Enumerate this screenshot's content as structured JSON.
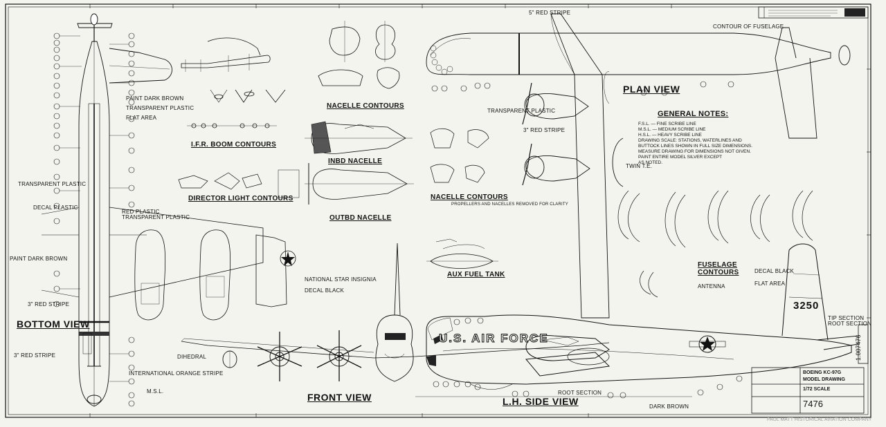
{
  "sheet": {
    "title_block": {
      "line1": "BOEING KC-97G",
      "line2": "MODEL DRAWING",
      "line3": "1/72 SCALE",
      "drawing_no": "7476",
      "side_no": "1.007476"
    },
    "publisher": [
      "PAUL MATT",
      "HISTORICAL AVIATION",
      "COMPANY"
    ]
  },
  "views": {
    "bottom": "BOTTOM VIEW",
    "front": "FRONT VIEW",
    "side": "L.H. SIDE VIEW",
    "plan": "PLAN VIEW"
  },
  "sections": {
    "nacelle_contours_top": "NACELLE CONTOURS",
    "nacelle_contours": "NACELLE CONTOURS",
    "ifr_boom": "I.F.R. BOOM CONTOURS",
    "director_light": "DIRECTOR LIGHT CONTOURS",
    "inbd_nacelle": "INBD NACELLE",
    "outbd_nacelle": "OUTBD NACELLE",
    "aux_fuel_tank": "AUX FUEL TANK",
    "fuselage_contours": "FUSELAGE CONTOURS"
  },
  "general_notes": {
    "title": "GENERAL NOTES:",
    "items": [
      "F.S.L. — FINE SCRIBE LINE",
      "M.S.L. — MEDIUM SCRIBE LINE",
      "H.S.L. — HEAVY SCRIBE LINE",
      "DRAWING SCALE: STATIONS, WATERLINES AND",
      "BUTTOCK LINES SHOWN IN FULL SIZE DIMENSIONS.",
      "MEASURE DRAWING FOR DIMENSIONS NOT GIVEN.",
      "PAINT ENTIRE MODEL SILVER EXCEPT",
      "AS NOTED."
    ]
  },
  "markings": {
    "fuselage_text": "U.S. AIR FORCE",
    "tail_number": "3250"
  },
  "callouts": {
    "paint_dark_brown": "PAINT DARK BROWN",
    "transparent_plastic": "TRANSPARENT PLASTIC",
    "flat_area": "FLAT AREA",
    "transparent_plastic_2": "TRANSPARENT PLASTIC",
    "decal_plastic": "DECAL PLASTIC",
    "red_plastic": "RED PLASTIC",
    "transparent_plastic_3": "TRANSPARENT PLASTIC",
    "paint_dark_brown_2": "PAINT DARK BROWN",
    "red_stripe": "3\" RED STRIPE",
    "red_stripe_wing": "3\" RED STRIPE",
    "international_orange": "INTERNATIONAL ORANGE STRIPE",
    "msl": "M.S.L.",
    "national_star": "NATIONAL STAR INSIGNIA",
    "decal_black": "DECAL BLACK",
    "decal_black_2": "DECAL BLACK",
    "root_section": "ROOT SECTION",
    "tip_section": "TIP SECTION",
    "contour_fs": "CONTOUR OF FUSELAGE",
    "antenna": "ANTENNA",
    "dark_brown": "DARK BROWN",
    "twin_te": "TWIN T.E.",
    "red_stripe_top": "5\" RED STRIPE",
    "transparent_plastic_plan": "TRANSPARENT PLASTIC",
    "red_stripe_plan": "3\" RED STRIPE",
    "dihedral": "DIHEDRAL",
    "props_note": "PROPELLERS AND NACELLES REMOVED FOR CLARITY"
  }
}
